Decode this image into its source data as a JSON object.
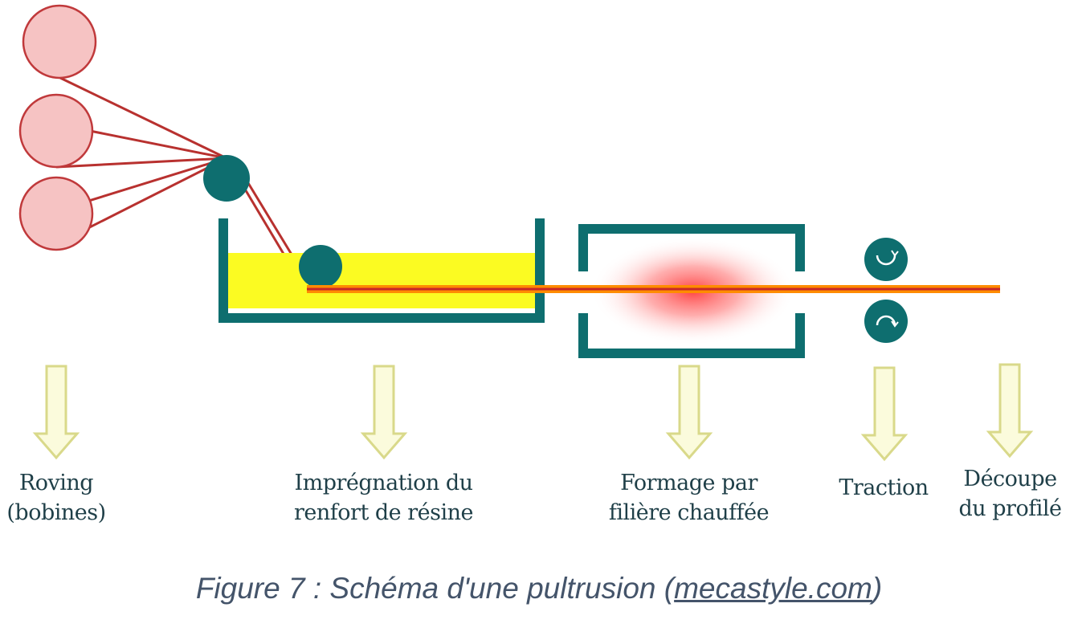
{
  "figure": {
    "steps": [
      {
        "id": "roving",
        "lines": [
          "Roving",
          "(bobines)"
        ]
      },
      {
        "id": "impreg",
        "lines": [
          "Imprégnation du",
          "renfort de résine"
        ]
      },
      {
        "id": "formage",
        "lines": [
          "Formage par",
          "filière chauffée"
        ]
      },
      {
        "id": "traction",
        "lines": [
          "Traction"
        ]
      },
      {
        "id": "decoupe",
        "lines": [
          "Découpe",
          "du profilé"
        ]
      }
    ],
    "caption": {
      "prefix": "Figure 7 : Schéma d'une pultrusion (",
      "link": "mecastyle.com",
      "suffix": ")"
    }
  },
  "colors": {
    "bobbin_fill": "#f6c3c3",
    "bobbin_stroke": "#c0393b",
    "fiber": "#b8312f",
    "teal": "#0e6e6f",
    "resin": "#fbfb22",
    "profile_outer": "#ff8c00",
    "profile_inner": "#c62828",
    "heat": "#ff3b3b",
    "arrow_stroke": "#d9d98a",
    "arrow_fill": "#fbfbdc"
  },
  "icons": [
    "bobbin-icon",
    "guide-roller-icon",
    "puller-roller-icon",
    "down-arrow-icon"
  ]
}
